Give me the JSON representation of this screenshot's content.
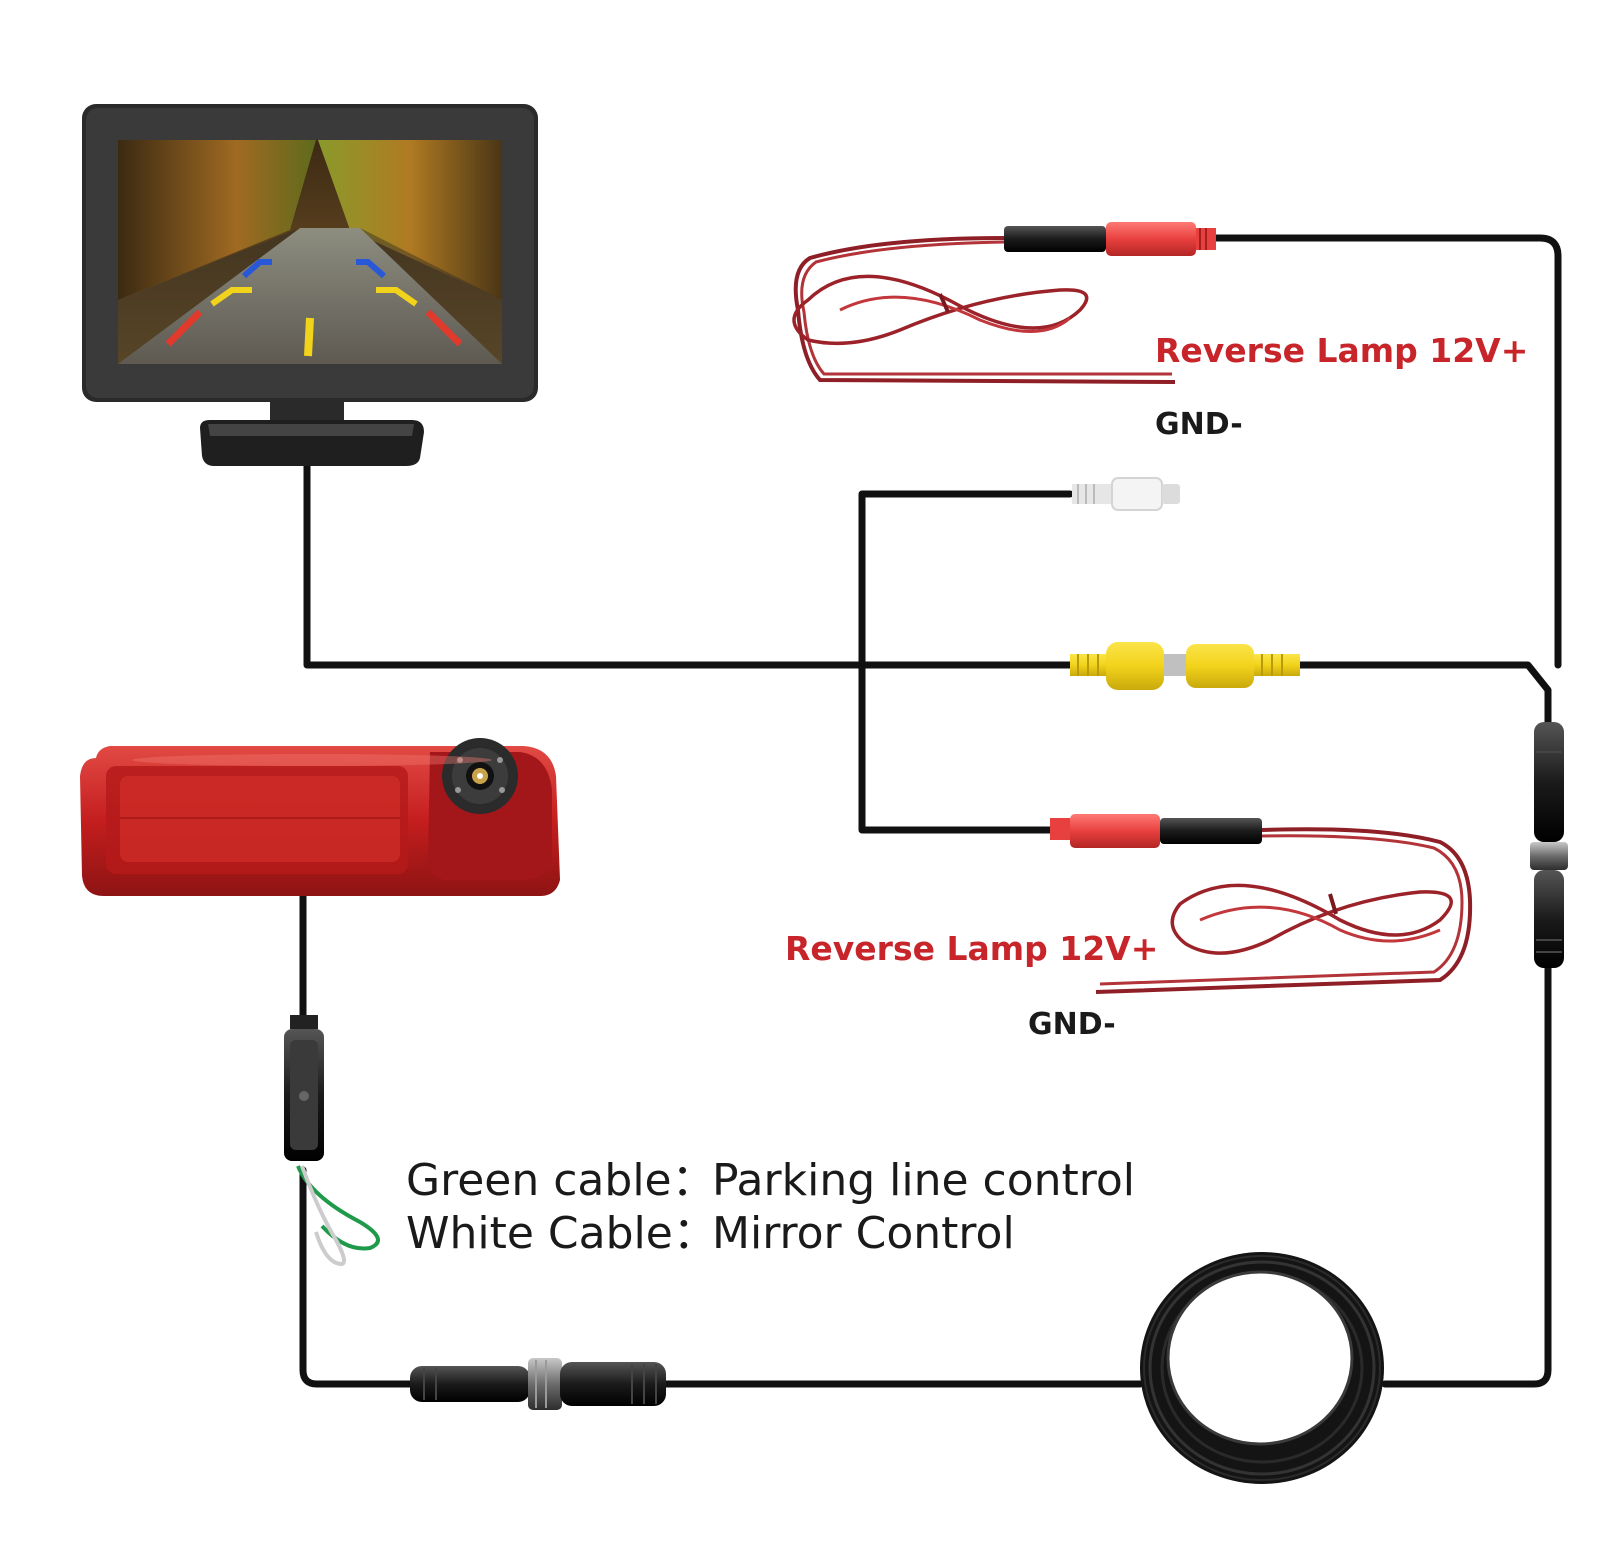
{
  "labels": {
    "top_lamp": "Reverse Lamp 12V+",
    "top_gnd": "GND-",
    "bottom_lamp": "Reverse Lamp 12V+",
    "bottom_gnd": "GND-",
    "green_cable": "Green cable：",
    "green_cable_desc": "Parking line control",
    "white_cable": "White Cable：",
    "white_cable_desc": "Mirror Control"
  },
  "colors": {
    "label_red": "#c8252b",
    "wire": "#111111",
    "rca_yellow": "#f2d31b",
    "power_red": "#e8403f",
    "tail_light": "#c41e1e"
  },
  "icons": [
    "monitor-icon",
    "rca-connector-icon",
    "power-plug-icon",
    "aviation-connector-icon",
    "cable-coil-icon",
    "brake-light-camera-icon"
  ]
}
